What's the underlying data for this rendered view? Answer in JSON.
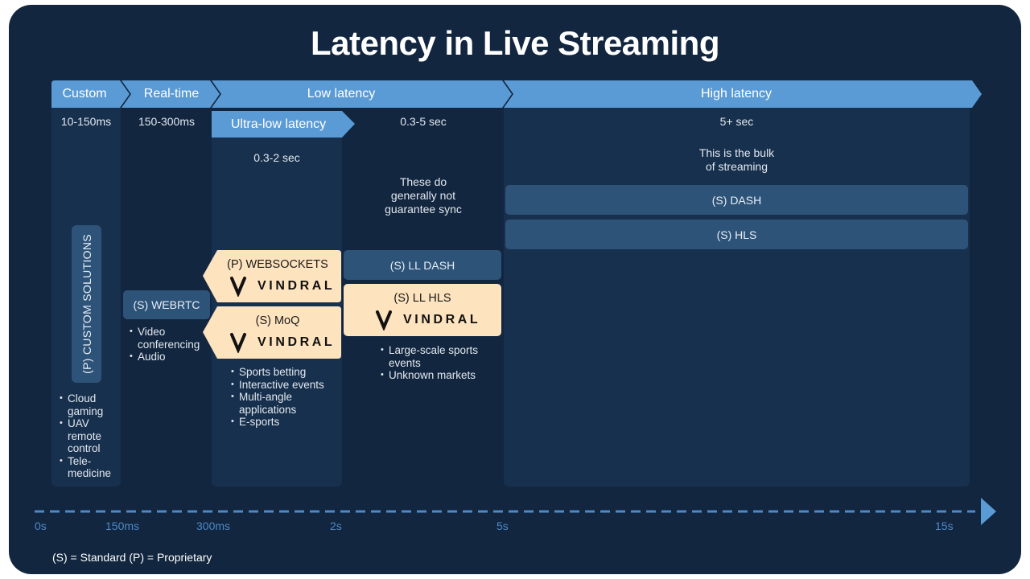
{
  "title": "Latency in Live Streaming",
  "colors": {
    "background": "#12263f",
    "column_light": "#17304d",
    "header_blue": "#5b9bd5",
    "protocol_box": "#2d5379",
    "vindral_box": "#fde3be",
    "axis": "#4e88c7"
  },
  "headers": [
    {
      "label": "Custom"
    },
    {
      "label": "Real-time"
    },
    {
      "label": "Low latency"
    },
    {
      "label": "High latency"
    }
  ],
  "sub_header": {
    "label": "Ultra-low latency"
  },
  "ranges": {
    "custom": "10-150ms",
    "realtime": "150-300ms",
    "ultralow": "0.3-2 sec",
    "low": "0.3-5 sec",
    "high": "5+ sec"
  },
  "notes": {
    "low": [
      "These do",
      "generally not",
      "guarantee sync"
    ],
    "high": [
      "This is the bulk",
      "of streaming"
    ]
  },
  "protocols": {
    "custom_solutions": "(P) CUSTOM SOLUTIONS",
    "webrtc": "(S) WEBRTC",
    "websockets": "(P) WEBSOCKETS",
    "moq": "(S) MoQ",
    "ll_dash": "(S) LL DASH",
    "ll_hls": "(S) LL HLS",
    "dash": "(S) DASH",
    "hls": "(S) HLS"
  },
  "brand": {
    "name": "VINDRAL",
    "icon": "vindral-logo-icon"
  },
  "use_cases": {
    "custom": [
      "Cloud gaming",
      "UAV remote control",
      "Tele-medicine"
    ],
    "realtime": [
      "Video conferencing",
      "Audio"
    ],
    "ultralow": [
      "Sports betting",
      "Interactive events",
      "Multi-angle applications",
      "E-sports"
    ],
    "low": [
      "Large-scale sports events",
      "Unknown markets"
    ]
  },
  "axis": {
    "ticks": [
      "0s",
      "150ms",
      "300ms",
      "2s",
      "5s",
      "15s"
    ],
    "arrow_icon": "arrow-right-icon"
  },
  "legend": "(S) = Standard (P) = Proprietary"
}
